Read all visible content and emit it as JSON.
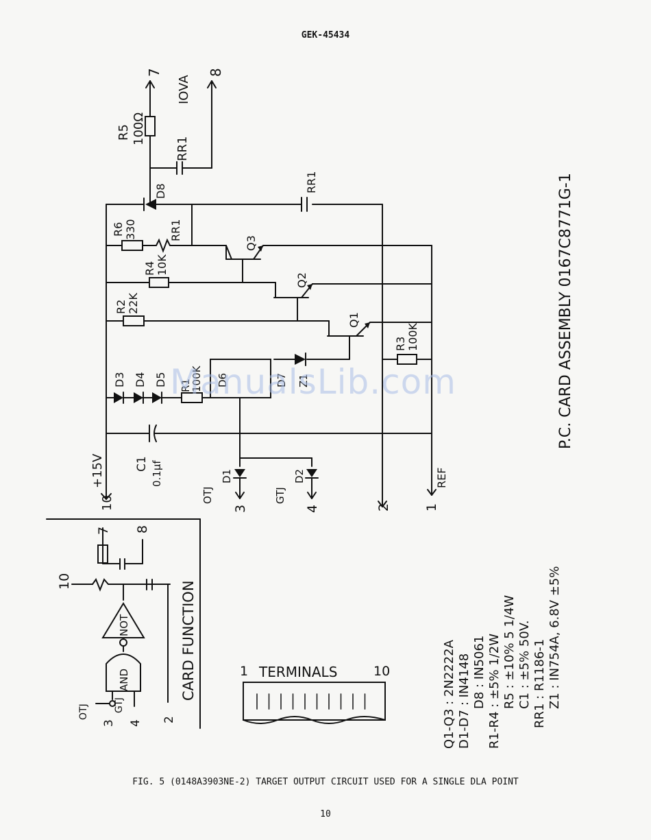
{
  "header": {
    "doc_id": "GEK-45434"
  },
  "caption": "FIG. 5 (0148A3903NE-2) TARGET OUTPUT CIRCUIT USED FOR A SINGLE DLA POINT",
  "page_number": "10",
  "watermark": "ManualsLib.com",
  "assembly_title": "P.C. CARD ASSEMBLY 0167C8771G-1",
  "card_function_label": "CARD FUNCTION",
  "terminals": {
    "label": "TERMINALS",
    "left": "1",
    "right": "10"
  },
  "components": {
    "r5": "R5",
    "r5_val": "100Ω",
    "rr1": "RR1",
    "iova": "IOVA",
    "d8": "D8",
    "r6": "R6",
    "r6_val": "330",
    "r4": "R4",
    "r4_val": "10K",
    "r2": "R2",
    "r2_val": "22K",
    "r3": "R3",
    "r3_val": "100K",
    "q1": "Q1",
    "q2": "Q2",
    "q3": "Q3",
    "c1": "C1",
    "c1_val": "0.1μf",
    "d1": "D1",
    "d2": "D2",
    "d3": "D3",
    "d4": "D4",
    "d5": "D5",
    "d6": "D6",
    "d7": "D7",
    "z1": "Z1",
    "r1": "R1",
    "r1_val": "100K",
    "plus15": "+15V",
    "ref": "REF",
    "otj": "OTJ",
    "gtj": "GTJ",
    "and_gate": "AND",
    "not_gate": "NOT"
  },
  "terminal_numbers": {
    "t1": "1",
    "t2": "2",
    "t3": "3",
    "t4": "4",
    "t7": "7",
    "t8": "8",
    "t10": "10"
  },
  "notes": [
    "Q1-Q3 : 2N2222A",
    "D1-D7 : IN4148",
    "D8 : IN5061",
    "R1-R4 : ±5% 1/2W",
    "R5 : ±10% 5 1/4W",
    "C1 : ±5% 50V.",
    "RR1 : R1186-1",
    "Z1 : IN754A, 6.8V  ±5%"
  ]
}
